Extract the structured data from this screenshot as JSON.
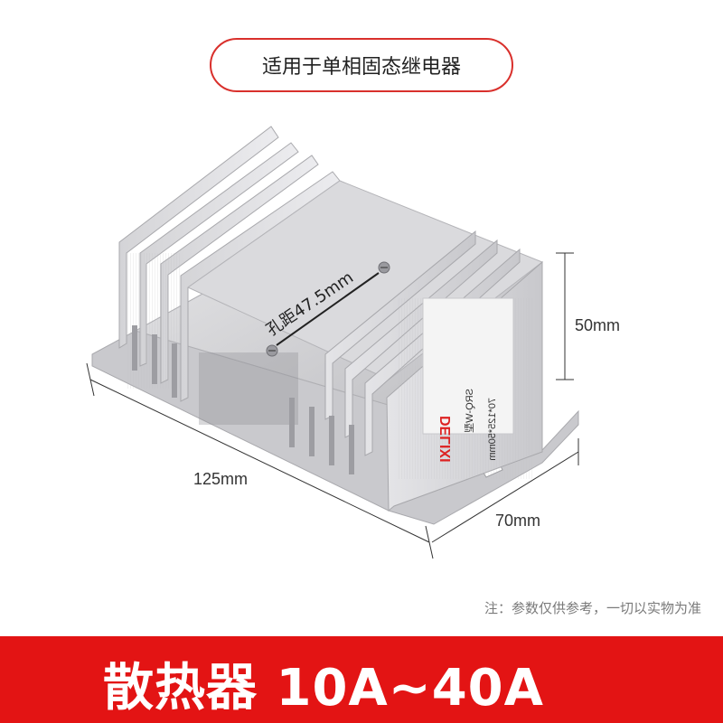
{
  "header": {
    "badge_text": "适用于单相固态继电器"
  },
  "dimensions": {
    "length": "125mm",
    "width": "70mm",
    "height": "50mm",
    "hole_spacing": "孔距47.5mm"
  },
  "product_label": {
    "brand": "DELIXI",
    "model": "SRQ-W型",
    "spec": "70*125*50mm"
  },
  "note": "注：参数仅供参考，一切以实物为准",
  "banner": {
    "title": "散热器 10A~40A"
  },
  "colors": {
    "accent": "#e31414",
    "badge_border": "#d9302c"
  }
}
